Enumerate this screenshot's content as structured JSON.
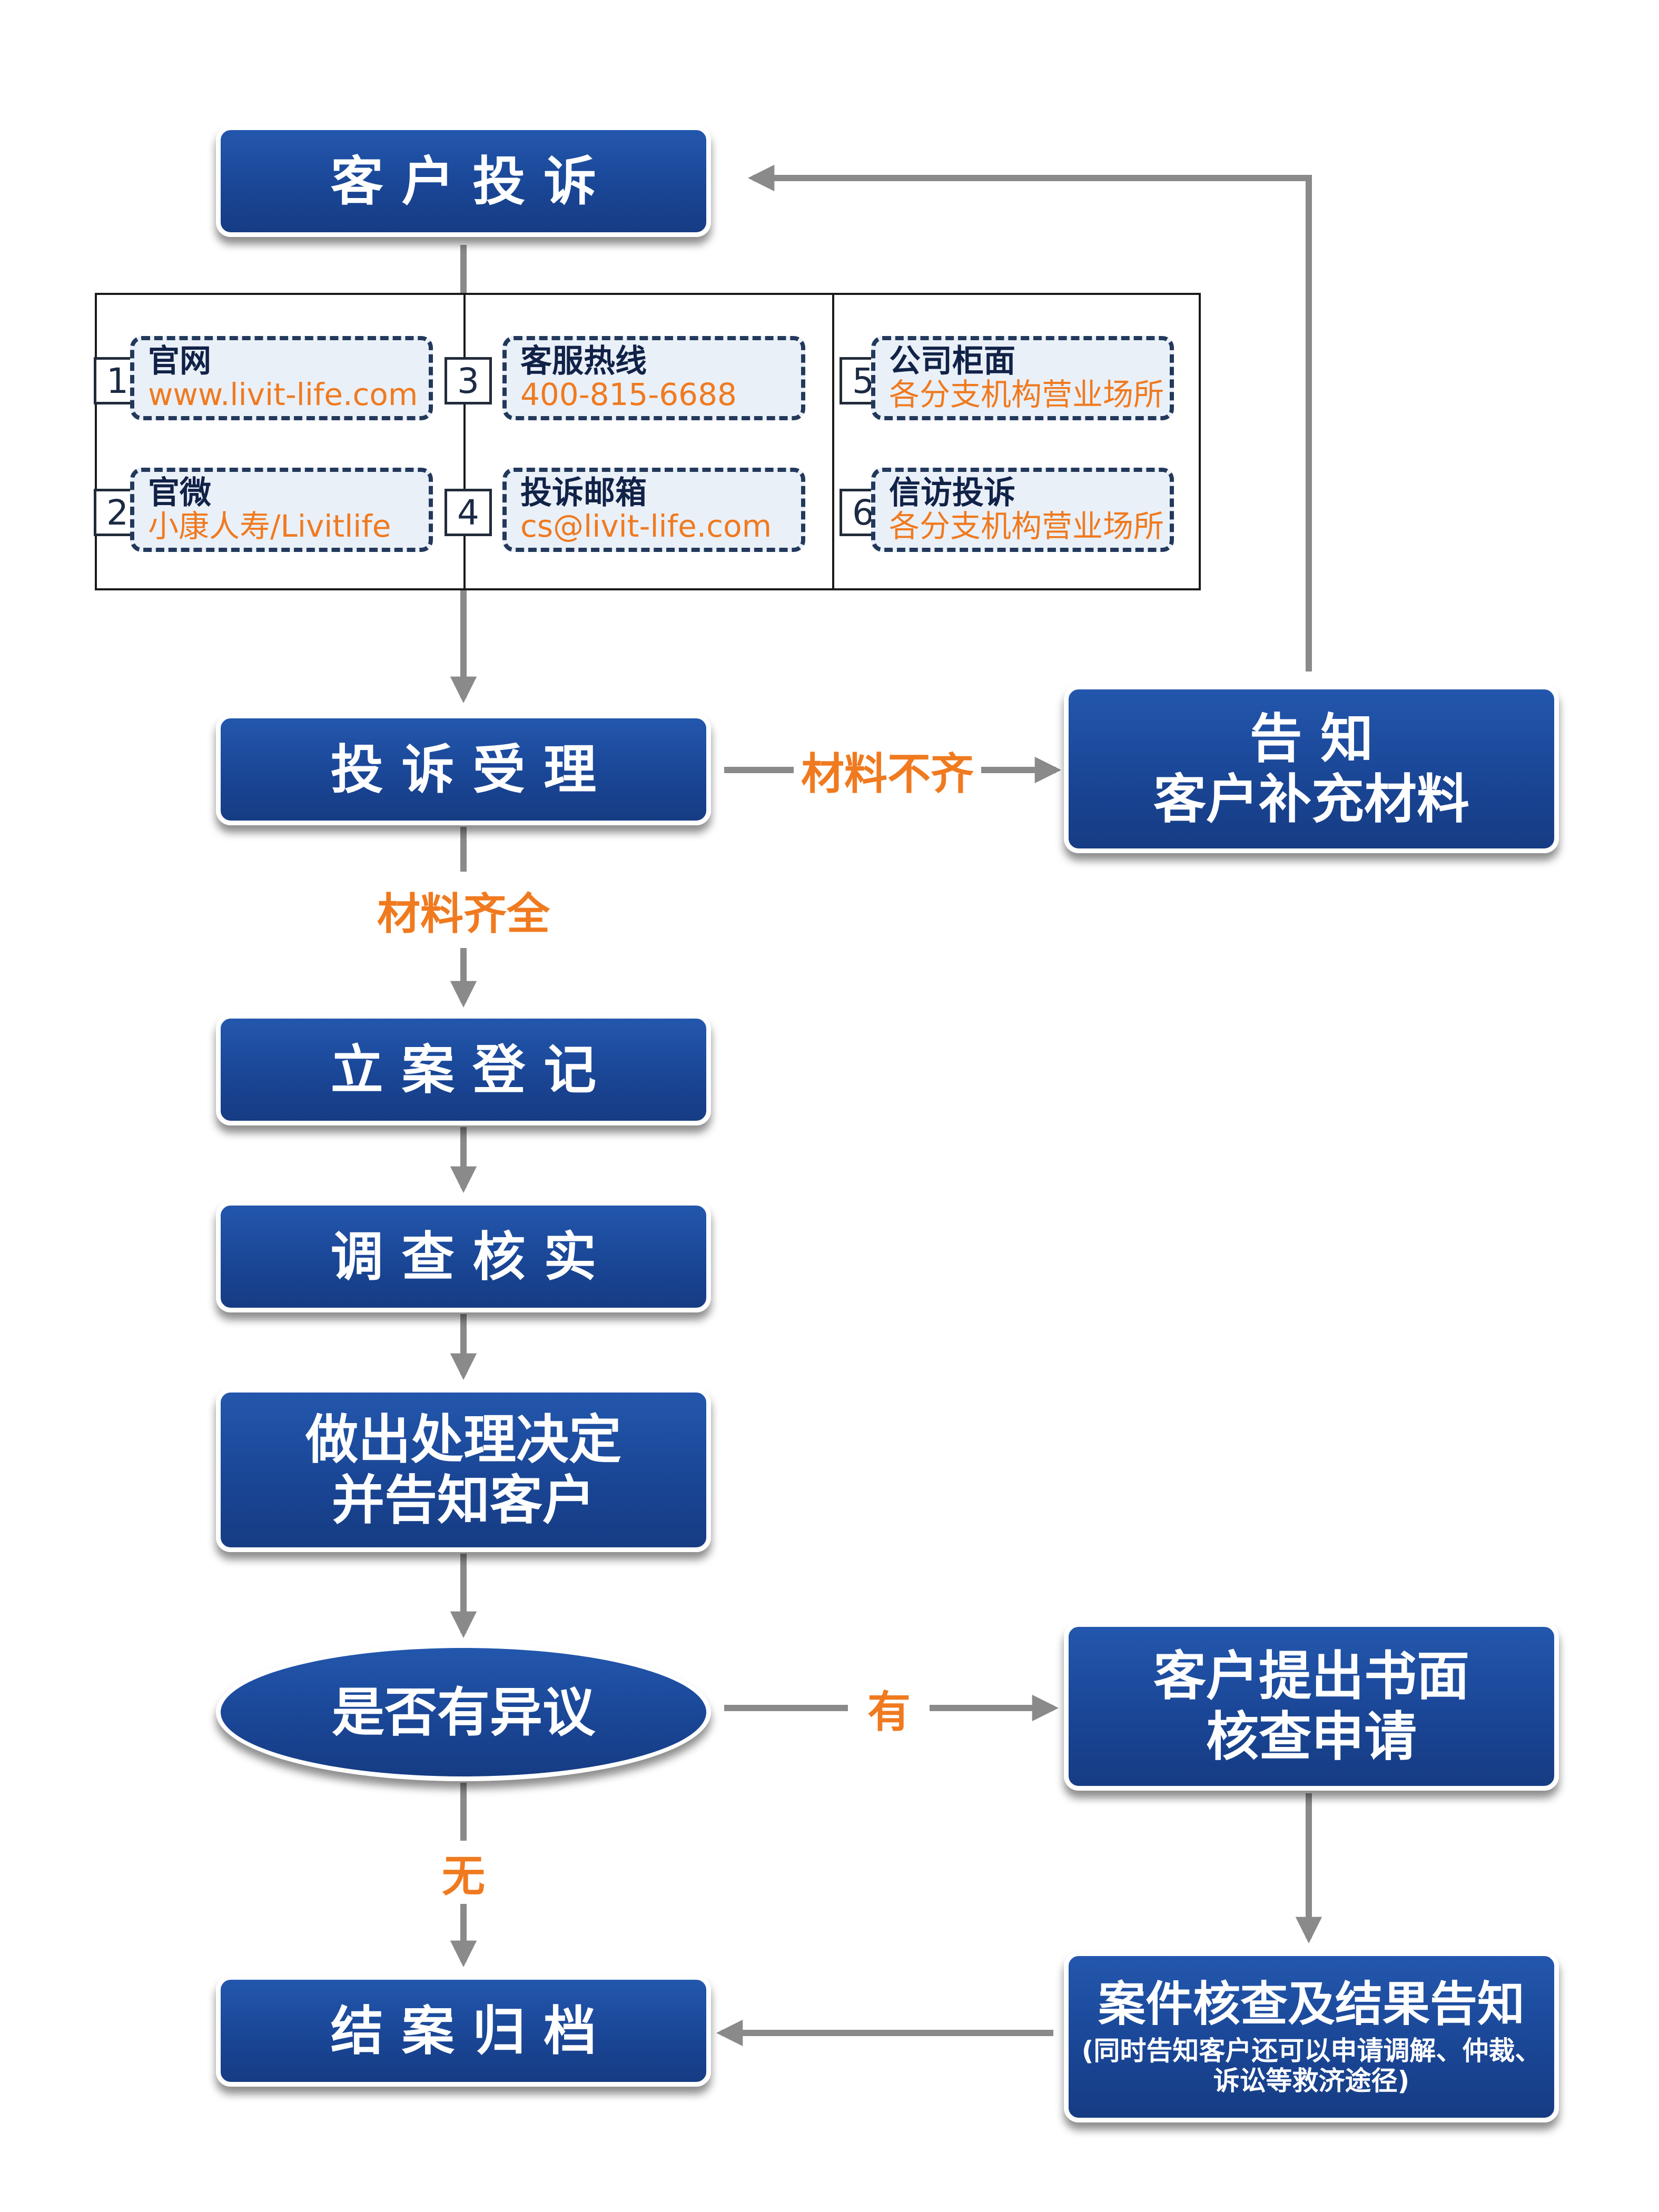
{
  "nodes": {
    "complaint": "客 户 投 诉",
    "acceptance": "投 诉 受 理",
    "register": "立 案 登 记",
    "investigate": "调 查 核 实",
    "decision": [
      "做出处理决定",
      "并告知客户"
    ],
    "objection": "是否有异议",
    "archive": "结 案 归 档",
    "notify": [
      "告 知",
      "客户补充材料"
    ],
    "written_request": [
      "客户提出书面",
      "核查申请"
    ],
    "review": {
      "title": "案件核查及结果告知",
      "note": [
        "(同时告知客户还可以申请调解、仲裁、",
        "诉讼等救济途径)"
      ]
    }
  },
  "edge_labels": {
    "incomplete": "材料不齐",
    "complete": "材料齐全",
    "yes": "有",
    "no": "无"
  },
  "channels": [
    {
      "num": "1",
      "name": "官网",
      "value": "www.livit-life.com"
    },
    {
      "num": "2",
      "name": "官微",
      "value": "小康人寿/Livitlife"
    },
    {
      "num": "3",
      "name": "客服热线",
      "value": "400-815-6688"
    },
    {
      "num": "4",
      "name": "投诉邮箱",
      "value": "cs@livit-life.com"
    },
    {
      "num": "5",
      "name": "公司柜面",
      "value": "各分支机构营业场所"
    },
    {
      "num": "6",
      "name": "信访投诉",
      "value": "各分支机构营业场所"
    }
  ],
  "colors": {
    "node_fill": "#1a4696",
    "accent_orange": "#f07a1f",
    "connector_gray": "#8a8a8a",
    "channel_fill": "#eaf0f8",
    "channel_border": "#23395b"
  }
}
